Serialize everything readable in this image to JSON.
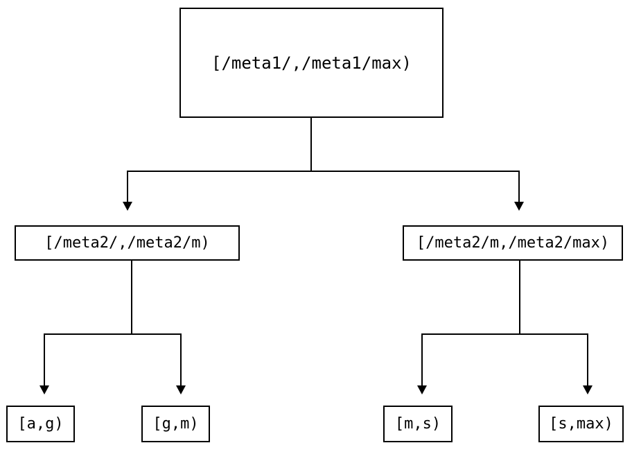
{
  "diagram": {
    "type": "binary-interval-tree",
    "orientation": "top-down",
    "background_color": "#ffffff",
    "line_color": "#000000",
    "text_color": "#000000",
    "nodes": {
      "root": {
        "label": "[/meta1/,/meta1/max)"
      },
      "mid_left": {
        "label": "[/meta2/,/meta2/m)"
      },
      "mid_right": {
        "label": "[/meta2/m,/meta2/max)"
      },
      "leaf_ag": {
        "label": "[a,g)"
      },
      "leaf_gm": {
        "label": "[g,m)"
      },
      "leaf_ms": {
        "label": "[m,s)"
      },
      "leaf_smax": {
        "label": "[s,max)"
      }
    },
    "edges": [
      {
        "from": "root",
        "to": "mid_left",
        "arrow": "arrowhead-down-icon"
      },
      {
        "from": "root",
        "to": "mid_right",
        "arrow": "arrowhead-down-icon"
      },
      {
        "from": "mid_left",
        "to": "leaf_ag",
        "arrow": "arrowhead-down-icon"
      },
      {
        "from": "mid_left",
        "to": "leaf_gm",
        "arrow": "arrowhead-down-icon"
      },
      {
        "from": "mid_right",
        "to": "leaf_ms",
        "arrow": "arrowhead-down-icon"
      },
      {
        "from": "mid_right",
        "to": "leaf_smax",
        "arrow": "arrowhead-down-icon"
      }
    ]
  }
}
